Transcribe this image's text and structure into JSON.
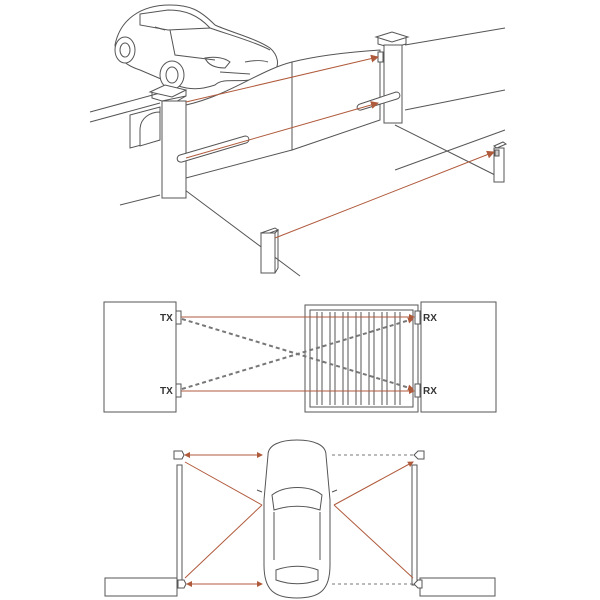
{
  "colors": {
    "line": "#555555",
    "beam": "#b05a3c",
    "dashed": "#7a7a7a",
    "background": "#ffffff"
  },
  "icons": [
    "car-perspective-icon",
    "car-top-view-icon",
    "photocell-post-icon"
  ],
  "elevation": {
    "tx_top": "TX",
    "tx_bottom": "TX",
    "rx_top": "RX",
    "rx_bottom": "RX"
  }
}
